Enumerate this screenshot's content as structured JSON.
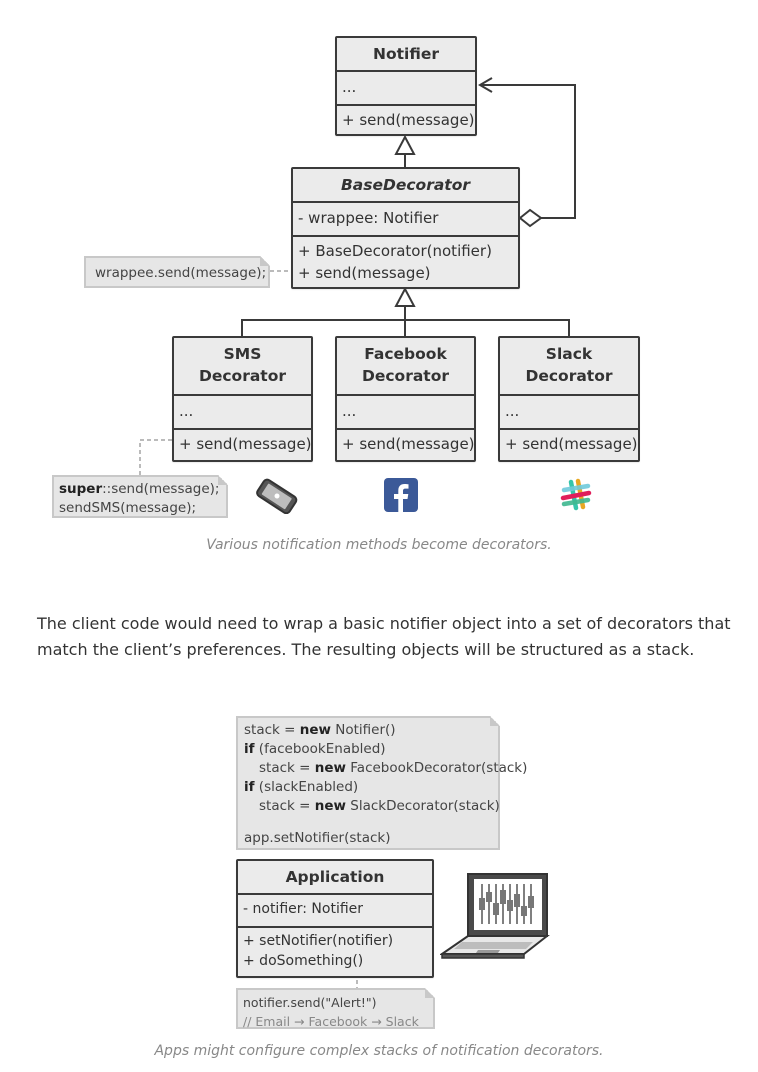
{
  "diagram1": {
    "notifier": {
      "title": "Notifier",
      "field": "...",
      "method": "+ send(message)"
    },
    "base_decorator": {
      "title": "BaseDecorator",
      "field": "- wrappee: Notifier",
      "methods": [
        "+ BaseDecorator(notifier)",
        "+ send(message)"
      ]
    },
    "note_base": "wrappee.send(message);",
    "decorators": [
      {
        "title_line1": "SMS",
        "title_line2": "Decorator",
        "field": "...",
        "method": "+ send(message)",
        "icon": "phone-icon"
      },
      {
        "title_line1": "Facebook",
        "title_line2": "Decorator",
        "field": "...",
        "method": "+ send(message)",
        "icon": "facebook-icon"
      },
      {
        "title_line1": "Slack",
        "title_line2": "Decorator",
        "field": "...",
        "method": "+ send(message)",
        "icon": "slack-icon"
      }
    ],
    "note_sms": {
      "keyword": "super",
      "line1_rest": "::send(message);",
      "line2": "sendSMS(message);"
    },
    "caption": "Various notification methods become decorators."
  },
  "paragraph": "The client code would need to wrap a basic notifier object into a set of decorators that match the client’s preferences. The resulting objects will be structured as a stack.",
  "diagram2": {
    "code": {
      "l1_pre": "stack = ",
      "l1_kw": "new",
      "l1_post": " Notifier()",
      "l2_kw": "if",
      "l2_post": " (facebookEnabled)",
      "l3_pre": "stack = ",
      "l3_kw": "new",
      "l3_post": " FacebookDecorator(stack)",
      "l4_kw": "if",
      "l4_post": " (slackEnabled)",
      "l5_pre": "stack = ",
      "l5_kw": "new",
      "l5_post": " SlackDecorator(stack)",
      "l6": "app.setNotifier(stack)"
    },
    "application": {
      "title": "Application",
      "field": "- notifier: Notifier",
      "methods": [
        "+ setNotifier(notifier)",
        "+ doSomething()"
      ]
    },
    "note_alert": {
      "line1": "notifier.send(\"Alert!\")",
      "line2": "// Email → Facebook → Slack"
    },
    "laptop_icon": "laptop-icon",
    "caption": "Apps might configure complex stacks of notification decorators."
  },
  "colors": {
    "box_fill": "#ebebeb",
    "box_border": "#3a3a3a",
    "note_fill": "#e6e6e6",
    "caption": "#888888",
    "facebook": "#3b5998"
  }
}
